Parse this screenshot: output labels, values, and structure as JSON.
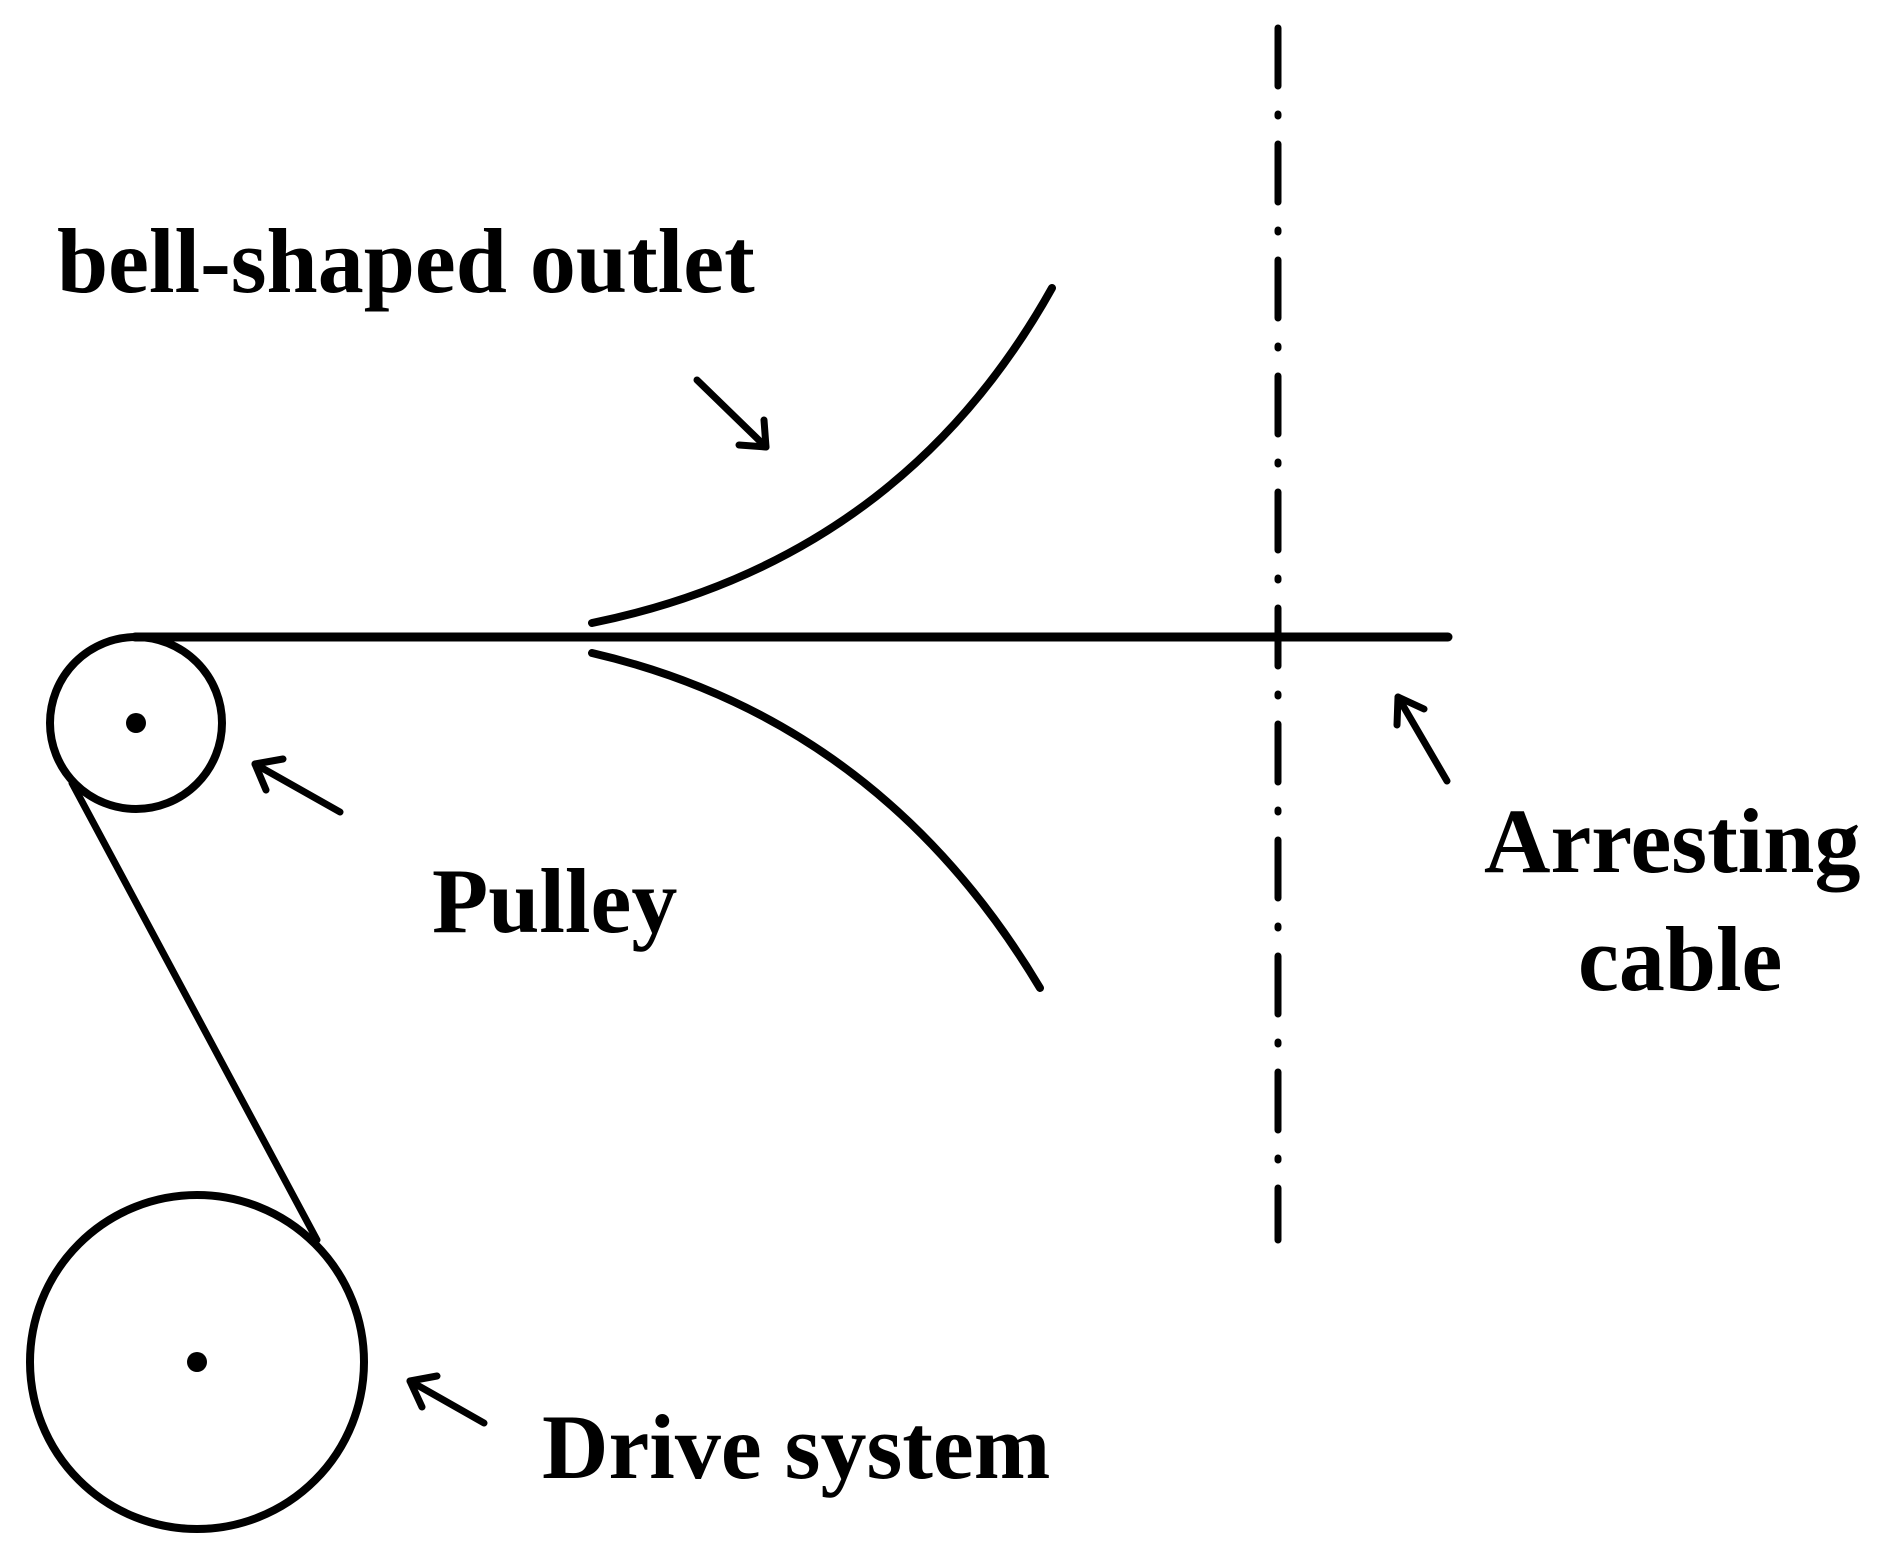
{
  "labels": {
    "bell_outlet": "bell-shaped outlet",
    "pulley": "Pulley",
    "arresting_cable_line1": "Arresting",
    "arresting_cable_line2": "cable",
    "drive_system": "Drive system"
  },
  "colors": {
    "ink": "#000000",
    "background": "#ffffff"
  }
}
